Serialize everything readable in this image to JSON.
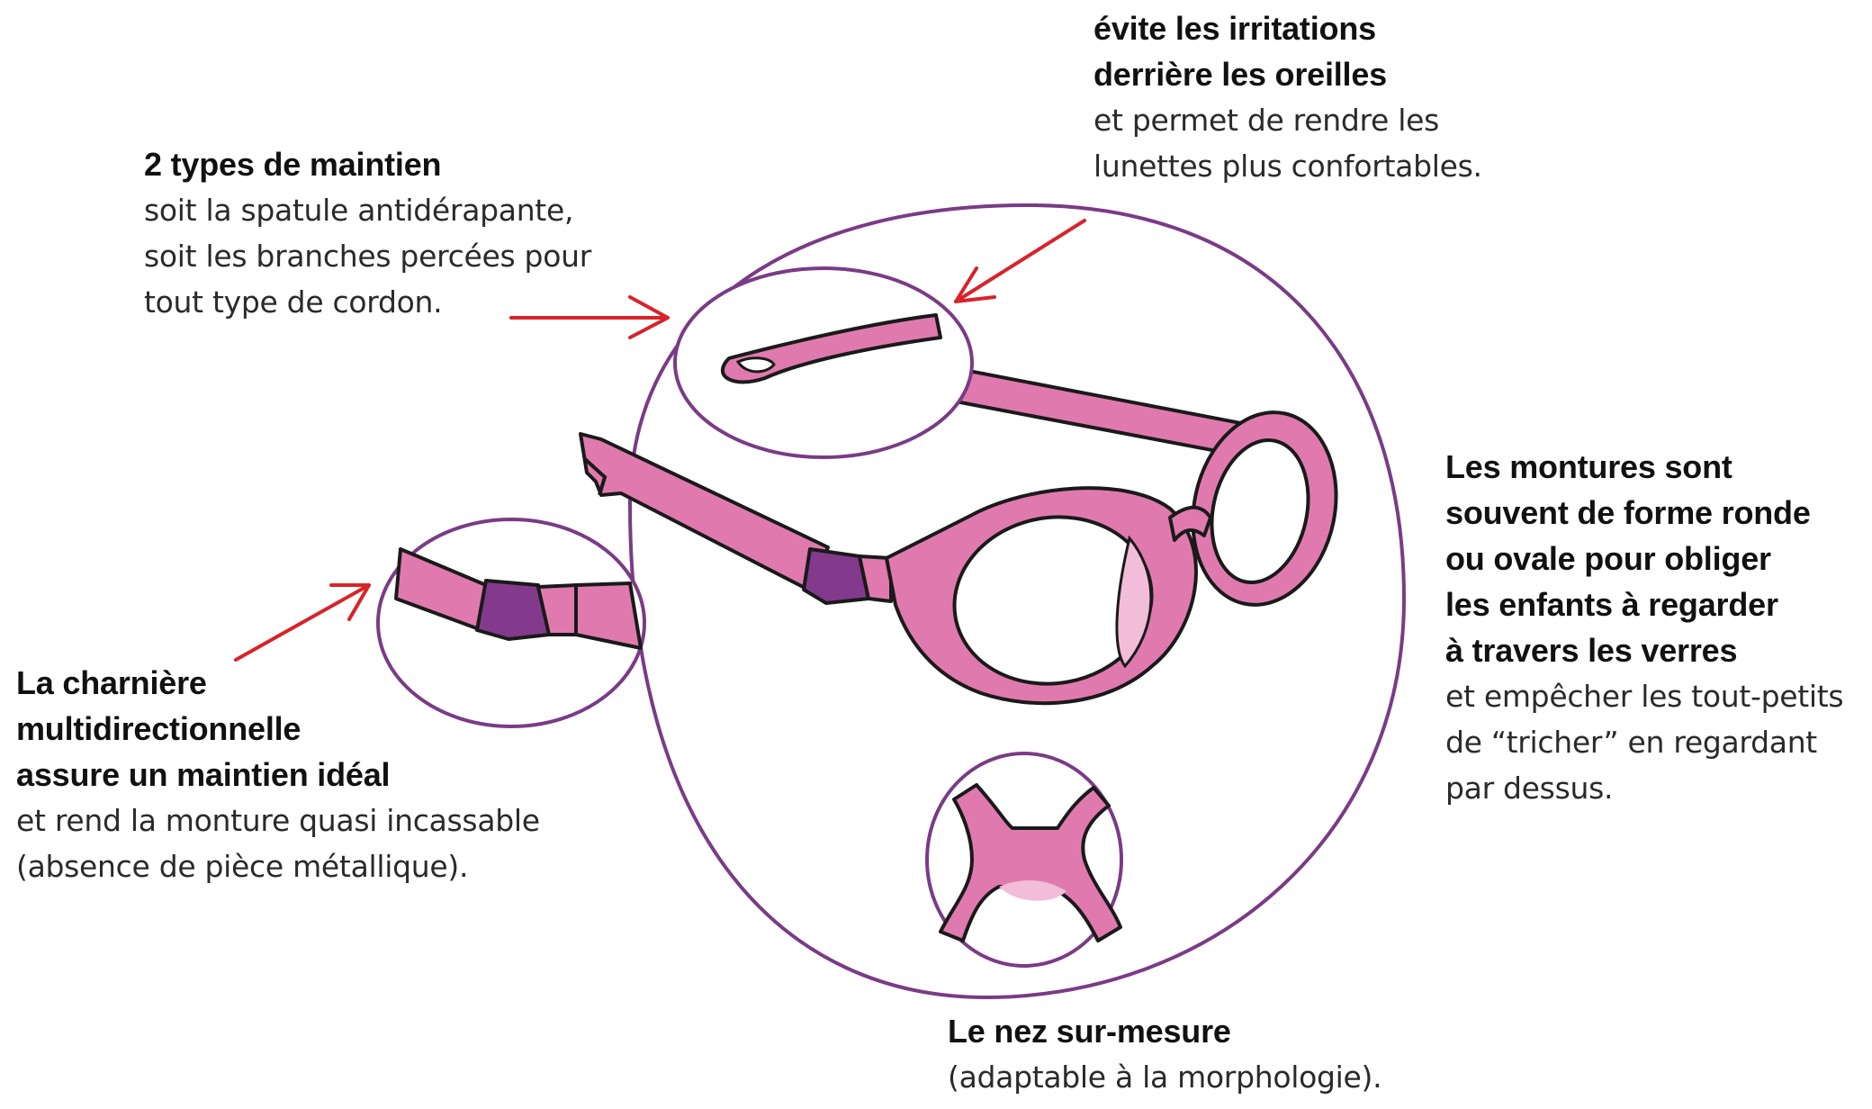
{
  "colors": {
    "frame_pink": "#e07aae",
    "frame_light": "#f2bdd8",
    "hinge_purple": "#833a8c",
    "outline": "#1a1a1a",
    "circle_purple": "#7a3b86",
    "arrow_red": "#d8232a"
  },
  "callouts": {
    "maintien": {
      "heading": [
        "2 types de maintien"
      ],
      "body": [
        "soit la spatule antidérapante,",
        "soit les branches percées pour",
        "tout type de cordon."
      ]
    },
    "irritations": {
      "heading": [
        "évite les irritations",
        "derrière les oreilles"
      ],
      "body": [
        "et permet de rendre les",
        "lunettes plus confortables."
      ]
    },
    "montures": {
      "heading": [
        "Les montures sont",
        "souvent de forme ronde",
        "ou ovale pour obliger",
        "les enfants à regarder",
        "à travers les verres"
      ],
      "body": [
        "et empêcher les tout-petits",
        "de “tricher” en regardant",
        "par dessus."
      ]
    },
    "charniere": {
      "heading": [
        "La charnière",
        "multidirectionnelle",
        "assure un maintien idéal"
      ],
      "body": [
        "et rend la monture quasi incassable",
        "(absence de pièce métallique)."
      ]
    },
    "nez": {
      "heading": [
        "Le nez sur-mesure"
      ],
      "body": [
        "(adaptable à la morphologie)."
      ]
    }
  }
}
